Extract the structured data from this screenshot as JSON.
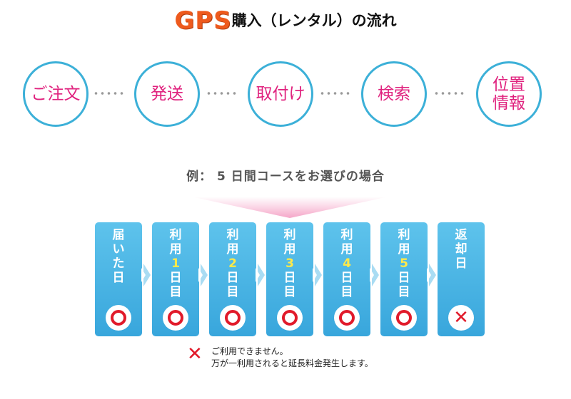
{
  "title": {
    "brand": "GPS",
    "rest": "購入（レンタル）の流れ"
  },
  "steps": [
    "ご注文",
    "発送",
    "取付け",
    "検索",
    "位置\n情報"
  ],
  "example_caption": "例： 5 日間コースをお選びの場合",
  "days": [
    {
      "chars": [
        {
          "t": "届",
          "num": false
        },
        {
          "t": "い",
          "num": false
        },
        {
          "t": "た",
          "num": false
        },
        {
          "t": "日",
          "num": false
        }
      ],
      "mark": "circle"
    },
    {
      "chars": [
        {
          "t": "利",
          "num": false
        },
        {
          "t": "用",
          "num": false
        },
        {
          "t": "1",
          "num": true
        },
        {
          "t": "日",
          "num": false
        },
        {
          "t": "目",
          "num": false
        }
      ],
      "mark": "circle"
    },
    {
      "chars": [
        {
          "t": "利",
          "num": false
        },
        {
          "t": "用",
          "num": false
        },
        {
          "t": "2",
          "num": true
        },
        {
          "t": "日",
          "num": false
        },
        {
          "t": "目",
          "num": false
        }
      ],
      "mark": "circle"
    },
    {
      "chars": [
        {
          "t": "利",
          "num": false
        },
        {
          "t": "用",
          "num": false
        },
        {
          "t": "3",
          "num": true
        },
        {
          "t": "日",
          "num": false
        },
        {
          "t": "目",
          "num": false
        }
      ],
      "mark": "circle"
    },
    {
      "chars": [
        {
          "t": "利",
          "num": false
        },
        {
          "t": "用",
          "num": false
        },
        {
          "t": "4",
          "num": true
        },
        {
          "t": "日",
          "num": false
        },
        {
          "t": "目",
          "num": false
        }
      ],
      "mark": "circle"
    },
    {
      "chars": [
        {
          "t": "利",
          "num": false
        },
        {
          "t": "用",
          "num": false
        },
        {
          "t": "5",
          "num": true
        },
        {
          "t": "日",
          "num": false
        },
        {
          "t": "目",
          "num": false
        }
      ],
      "mark": "circle"
    },
    {
      "chars": [
        {
          "t": "返",
          "num": false
        },
        {
          "t": "却",
          "num": false
        },
        {
          "t": "日",
          "num": false
        }
      ],
      "mark": "cross"
    }
  ],
  "note": {
    "line1": "ご利用できません。",
    "line2": "万が一利用されると延長料金発生します。"
  },
  "colors": {
    "brand": "#ee5a1d",
    "step_border": "#3cb0d8",
    "step_text": "#e0227e",
    "day_box": "#38a6dc",
    "day_number": "#ffe94a",
    "mark": "#e11a2a"
  },
  "icons": {
    "ok_mark": "circle-icon",
    "ng_mark": "cross-icon",
    "connector": "chevron-right-icon"
  }
}
